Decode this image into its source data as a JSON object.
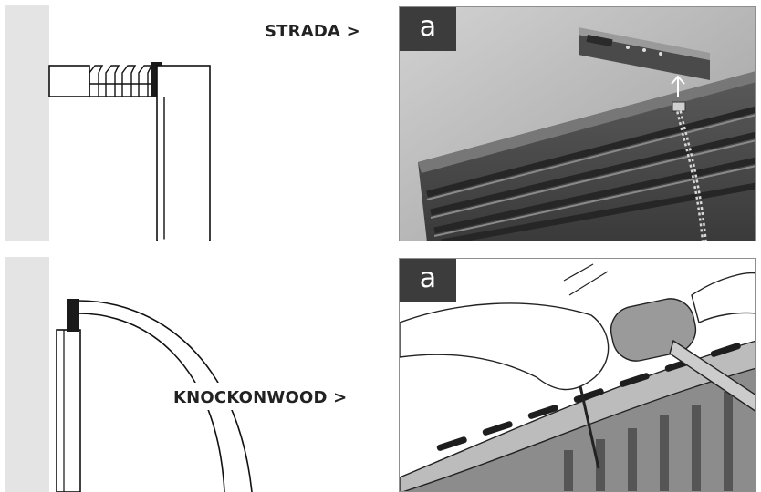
{
  "sections": [
    {
      "product_label": "STRADA >",
      "step_badge": "a",
      "colors": {
        "wall": "#e4e4e4",
        "photo_bg": "#bdbdbd"
      }
    },
    {
      "product_label": "KNOCKONWOOD >",
      "step_badge": "a",
      "colors": {
        "wall": "#e4e4e4",
        "photo_bg": "#ffffff"
      }
    }
  ]
}
